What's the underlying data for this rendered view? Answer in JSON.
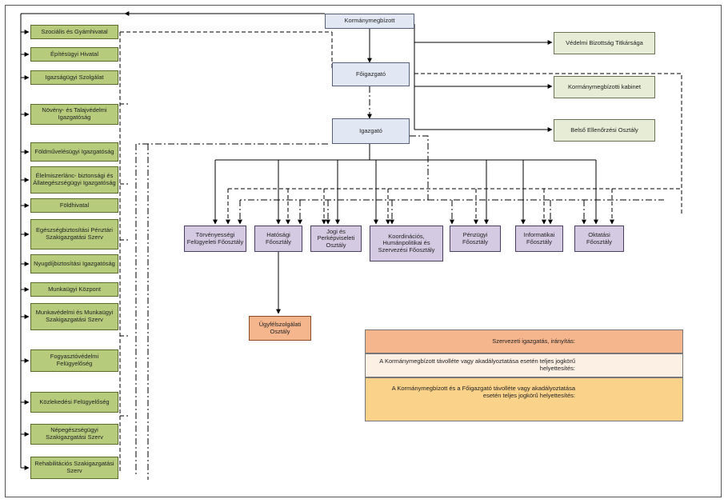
{
  "top": {
    "kormanymegbizott": "Kormánymegbízott",
    "foigazgato": "Főigazgató",
    "igazgato": "Igazgató"
  },
  "right_offices": [
    "Védelmi Bizottság Titkársága",
    "Kormánymegbízotti kabinet",
    "Belső Ellenőrzési Osztály"
  ],
  "left_offices": [
    "Szociális és Gyámhivatal",
    "Építésügyi Hivatal",
    "Igazságügyi Szolgálat",
    "Növény- és Talajvédelmi Igazgatóság",
    "Földművelésügyi Igazgatóság",
    "Élelmiszerlánc- biztonsági és Állategészségügyi Igazgatóság",
    "Földhivatal",
    "Egészségbiztosítási Pénztári Szakigazgatási Szerv",
    "Nyugdíjbiztosítási Igazgatóság",
    "Munkaügyi Központ",
    "Munkavédelmi és Munkaügyi Szakigazgatási Szerv",
    "Fogyasztóvédelmi Felügyelőség",
    "Közlekedési Felügyelőség",
    "Népegészségügyi Szakigazgatási Szerv",
    "Rehabilitációs Szakigazgatási Szerv"
  ],
  "main_departments": [
    "Törvényességi Felügyeleti Főosztály",
    "Hatósági Főosztály",
    "Jogi és Perképviseleti Osztály",
    "Koordinációs, Humánpolitikai és Szervezési Főosztály",
    "Pénzügyi Főosztály",
    "Informatikai Főosztály",
    "Oktatási Főosztály"
  ],
  "sub_department": "Ügyfélszolgálati Osztály",
  "legend": {
    "solid": "Szervezeti igazgatás, irányítás:",
    "dashed": "A Kormánymegbízott távolléte vagy akadályoztatása esetén teljes jogkörű helyettesítés:",
    "dashdot": "A Kormánymegbízott és a Főigazgató távolléte vagy akadályoztatása esetén teljes jogkörű helyettesítés:"
  },
  "colors": {
    "left_offices": "#b6cc7c",
    "departments": "#d4cbe3",
    "top_boxes": "#e2e8f3",
    "right_offices": "#e6ecd5",
    "sub_department": "#f5b68e",
    "legend_solid": "#f5b68e",
    "legend_dashed": "#fcefe4",
    "legend_dashdot": "#fbd28a"
  }
}
